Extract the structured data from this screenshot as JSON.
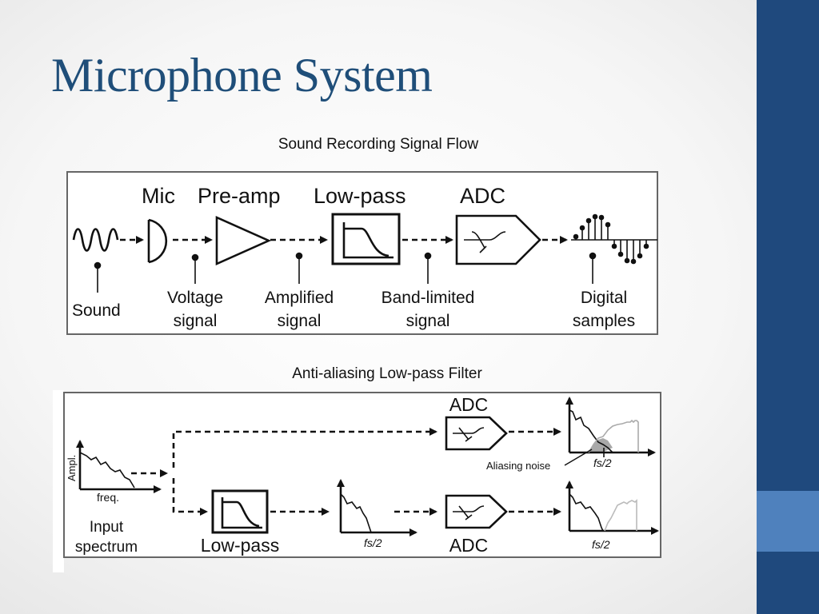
{
  "slide": {
    "title": "Microphone System",
    "caption_top": "Sound Recording Signal Flow",
    "caption_bottom": "Anti-aliasing Low-pass Filter"
  },
  "flow": {
    "stages": [
      "Mic",
      "Pre-amp",
      "Low-pass",
      "ADC"
    ],
    "labels": {
      "sound": "Sound",
      "voltage_1": "Voltage",
      "voltage_2": "signal",
      "amplified_1": "Amplified",
      "amplified_2": "signal",
      "band_1": "Band-limited",
      "band_2": "signal",
      "digital_1": "Digital",
      "digital_2": "samples"
    }
  },
  "aliasing": {
    "adc_label": "ADC",
    "lowpass_label": "Low-pass",
    "ampl_axis": "Ampl.",
    "freq_axis": "freq.",
    "input_1": "Input",
    "input_2": "spectrum",
    "aliasing_noise": "Aliasing noise",
    "fs_half": "fs/2"
  },
  "colors": {
    "title": "#1f4e79",
    "sidebar": "#1f497d",
    "sidebar_accent": "#4f81bd"
  }
}
